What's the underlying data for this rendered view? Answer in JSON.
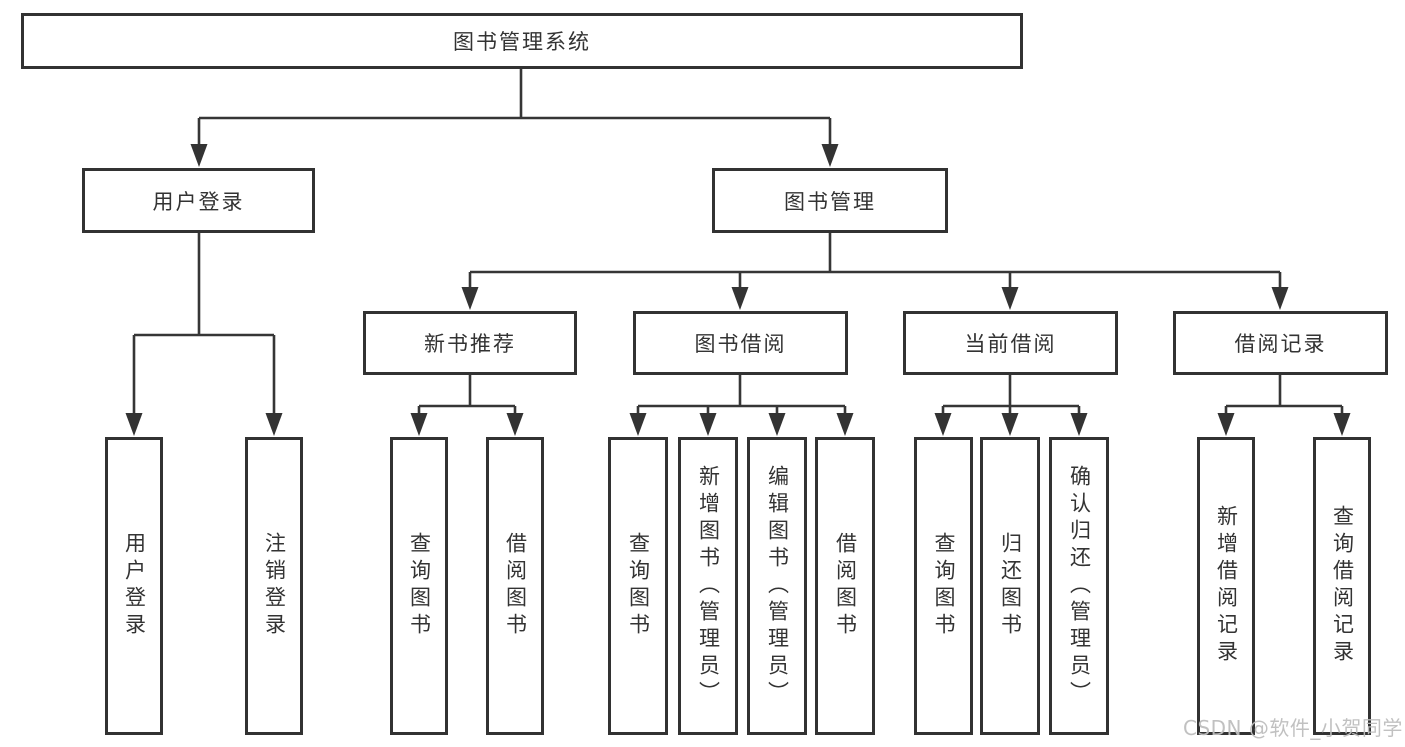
{
  "diagram": {
    "root": {
      "label": "图书管理系统"
    },
    "level2": [
      {
        "label": "用户登录",
        "children": [
          "用户登录",
          "注销登录"
        ]
      },
      {
        "label": "图书管理"
      }
    ],
    "level3": [
      {
        "label": "新书推荐",
        "children": [
          "查询图书",
          "借阅图书"
        ]
      },
      {
        "label": "图书借阅",
        "children": [
          "查询图书",
          "新增图书（管理员）",
          "编辑图书（管理员）",
          "借阅图书"
        ]
      },
      {
        "label": "当前借阅",
        "children": [
          "查询图书",
          "归还图书",
          "确认归还（管理员）"
        ]
      },
      {
        "label": "借阅记录",
        "children": [
          "新增借阅记录",
          "查询借阅记录"
        ]
      }
    ]
  },
  "watermark": {
    "text": "CSDN @软件_小贺同学"
  },
  "colors": {
    "background": "#ffffff",
    "box_border": "#323232",
    "line": "#363636",
    "text": "#333333",
    "watermark": "#bebebe"
  }
}
